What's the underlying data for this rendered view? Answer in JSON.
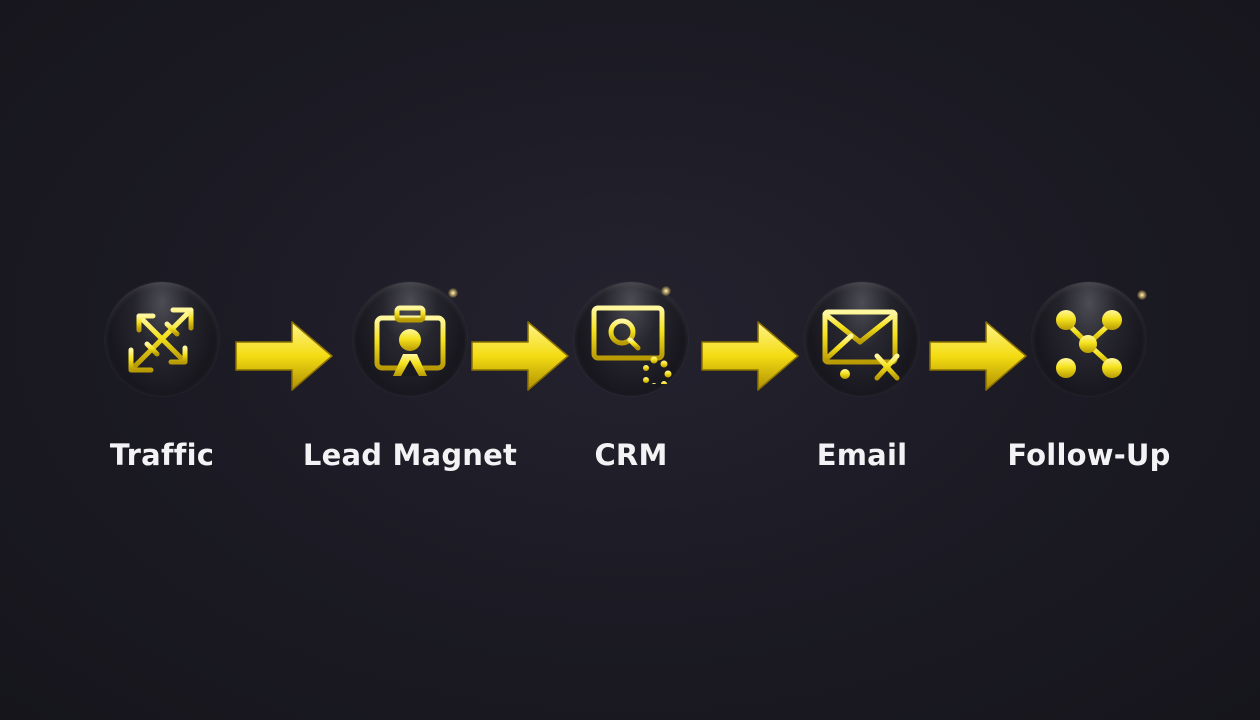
{
  "colors": {
    "background": "#1b1a23",
    "accent": "#f5e21c",
    "label": "#f3f3f5"
  },
  "steps": [
    {
      "label": "Traffic",
      "icon": "crossed-arrows-icon"
    },
    {
      "label": "Lead Magnet",
      "icon": "photo-frame-user-icon"
    },
    {
      "label": "CRM",
      "icon": "monitor-search-icon"
    },
    {
      "label": "Email",
      "icon": "envelope-icon"
    },
    {
      "label": "Follow-Up",
      "icon": "network-nodes-icon"
    }
  ]
}
